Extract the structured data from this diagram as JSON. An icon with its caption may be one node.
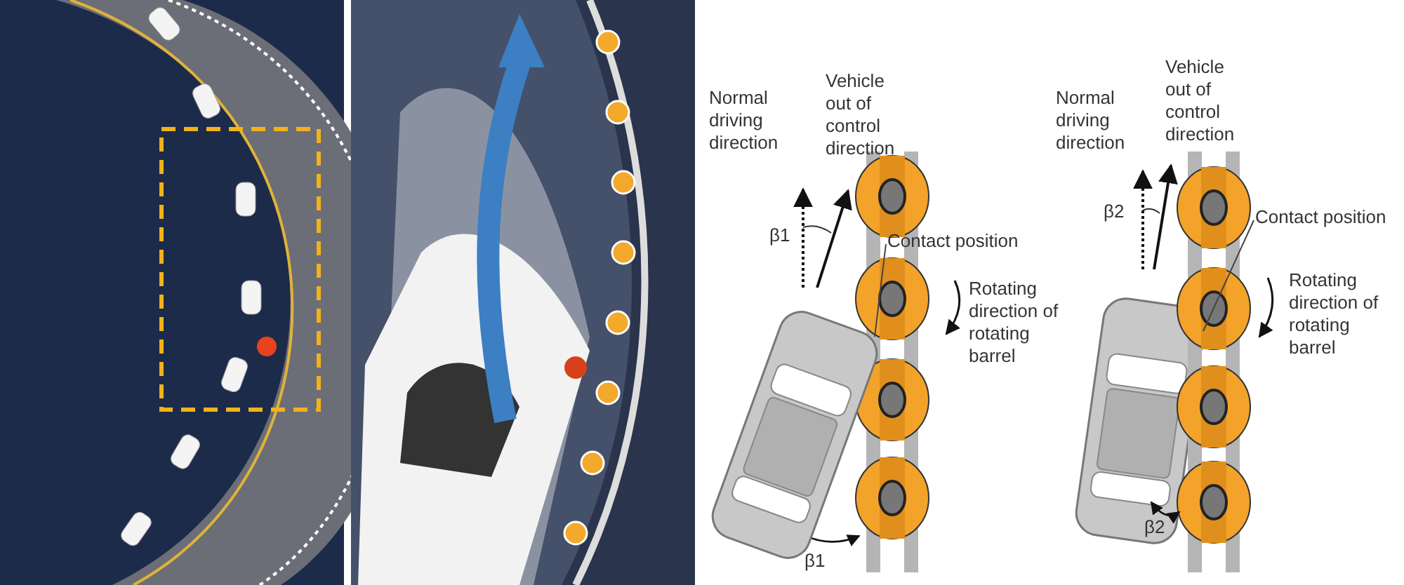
{
  "diagram": {
    "nodes": [
      {
        "text": [
          "Contact position"
        ]
      },
      {
        "text": [],
        "shape": "picture"
      },
      {
        "text": [
          "Contact position"
        ]
      },
      {
        "text": [],
        "shape": "picture"
      }
    ],
    "edges": [
      {
        "from": 0,
        "to": 1,
        "arrow": "none"
      },
      {
        "from": 2,
        "to": 3,
        "arrow": "none"
      }
    ],
    "labels": [
      "Normal driving direction",
      "Vehicle out of control direction",
      "β1",
      "Rotating direction of rotating barrel",
      "β1",
      "Normal driving direction",
      "Vehicle out of control direction",
      "β2",
      "Rotating direction of rotating barrel",
      "β2"
    ]
  }
}
